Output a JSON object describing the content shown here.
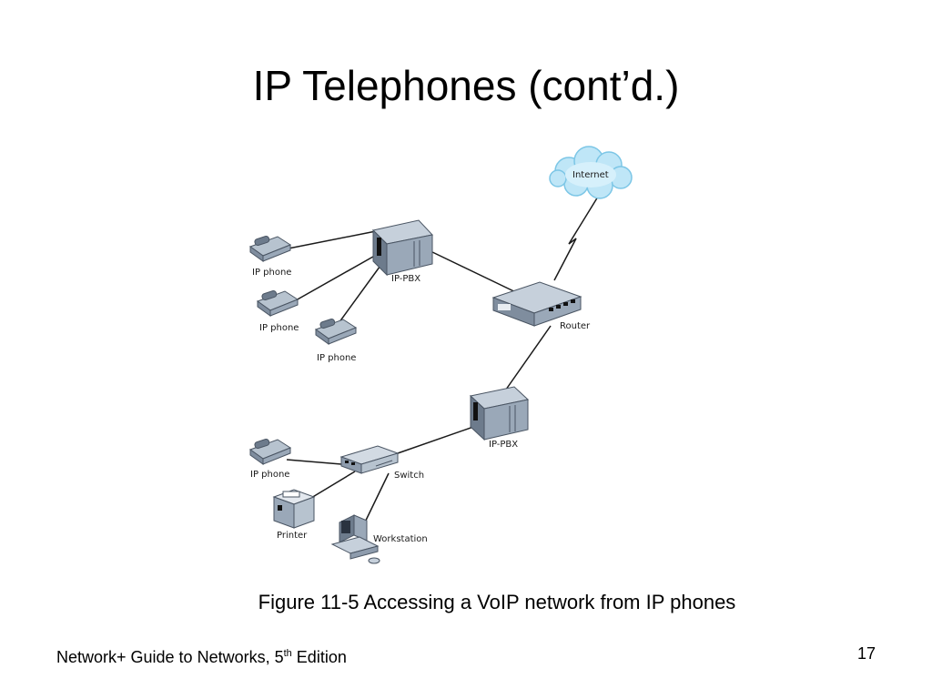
{
  "slide": {
    "title": "IP Telephones (cont’d.)",
    "caption": "Figure 11-5 Accessing a VoIP network from IP phones",
    "footer": {
      "text": "Network+ Guide to Networks, 5",
      "sup": "th",
      "tail": " Edition",
      "page": "17"
    }
  },
  "diagram": {
    "nodes": {
      "internet": {
        "label": "Internet",
        "icon": "cloud-icon"
      },
      "ip_pbx_top": {
        "label": "IP-PBX",
        "icon": "server-icon"
      },
      "router": {
        "label": "Router",
        "icon": "router-icon"
      },
      "ip_pbx_bottom": {
        "label": "IP-PBX",
        "icon": "server-icon"
      },
      "phone_1": {
        "label": "IP phone",
        "icon": "phone-icon"
      },
      "phone_2": {
        "label": "IP phone",
        "icon": "phone-icon"
      },
      "phone_3": {
        "label": "IP phone",
        "icon": "phone-icon"
      },
      "phone_4": {
        "label": "IP phone",
        "icon": "phone-icon"
      },
      "switch": {
        "label": "Switch",
        "icon": "switch-icon"
      },
      "printer": {
        "label": "Printer",
        "icon": "printer-icon"
      },
      "workstation": {
        "label": "Workstation",
        "icon": "computer-icon"
      }
    },
    "colors": {
      "device": "#9aa8b8",
      "device_dark": "#5d6b7c",
      "cloud": "#bfe6f7",
      "cloud_stroke": "#7cc6e6",
      "line": "#1a1a1a"
    }
  }
}
